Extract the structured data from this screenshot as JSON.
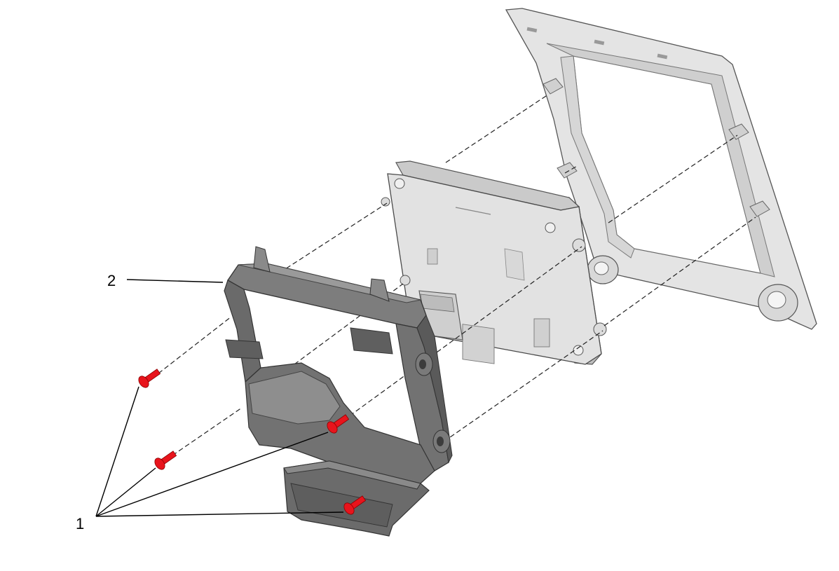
{
  "callouts": [
    {
      "number": "1",
      "part": "screw"
    },
    {
      "number": "2",
      "part": "bracket"
    }
  ],
  "colors": {
    "screw": "#e8141c",
    "bracket": "#6e6e6e",
    "bracket_light": "#8d8d8d",
    "module": "#dcdcdc",
    "frame": "#e3e3e3",
    "outline": "#4a4a4a"
  }
}
